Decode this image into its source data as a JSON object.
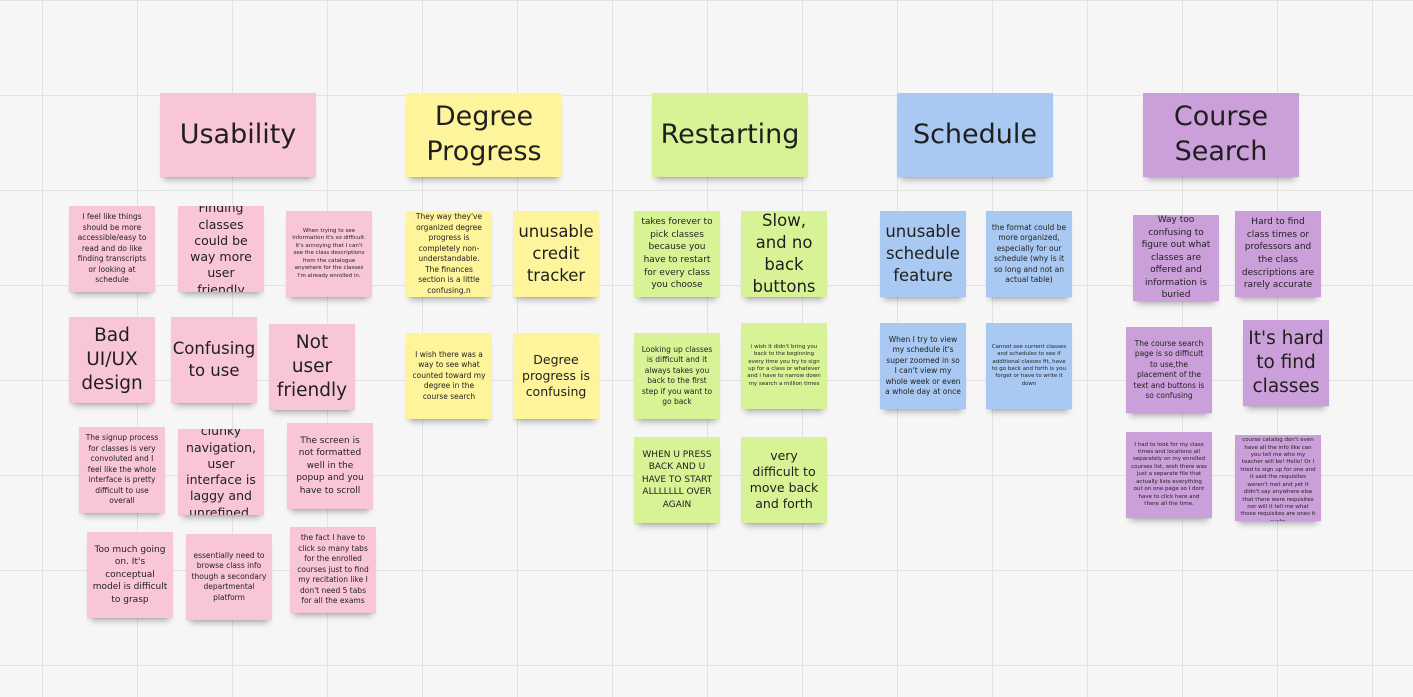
{
  "headers": {
    "usability": "Usability",
    "degree_progress": "Degree Progress",
    "restarting": "Restarting",
    "schedule": "Schedule",
    "course_search": "Course Search"
  },
  "usability": {
    "notes": [
      "I feel like things should be more accessible/easy to read and do like finding transcripts or looking at schedule",
      "Finding classes could be way more user friendly",
      "When trying to see information it's so difficult. It's annoying that I can't see the class descriptions from the catalogue anywhere for the classes I'm already enrolled in.",
      "Bad UI/UX design",
      "Confusing to use",
      "Not user friendly",
      "The signup process for classes is very convoluted and I feel like the whole interface is pretty difficult to use overall",
      "clunky navigation, user interface is laggy and unrefined.",
      "The screen is not formatted well in the popup and you have to scroll",
      "Too much going on. It's conceptual model is difficult to grasp",
      "essentially need to browse class info though a secondary departmental platform",
      "the fact I have to click so many tabs for the enrolled courses just to find my recitation like I don't need 5 tabs for all the exams"
    ]
  },
  "degree_progress": {
    "notes": [
      "They way they've organized degree progress is completely non-understandable. The finances section is a little confusing.n",
      "unusable credit tracker",
      "I wish there was a way to see what counted toward my degree in the course search",
      "Degree progress is confusing"
    ]
  },
  "restarting": {
    "notes": [
      "takes forever to pick classes because you have to restart for every class you choose",
      "Slow, and no back buttons",
      "Looking up classes is difficult and it always takes you back to the first step if you want to go back",
      "i wish it didn't bring you back to the beginning every time you try to sign up for a class or whatever and i have to narrow down my search a million times",
      "WHEN U PRESS BACK AND U HAVE TO START ALLLLLLL OVER AGAIN",
      "very difficult to move back and forth"
    ]
  },
  "schedule": {
    "notes": [
      "unusable schedule feature",
      "the format could be more organized, especially for our schedule (why is it so long and not an actual table)",
      "When I try to view my schedule it's super zoomed in so I can't view my whole week or even a whole day at once",
      "Cannot see current classes and schedules to see if additional classes fit, have to go back and forth is you forget or have to write it down"
    ]
  },
  "course_search": {
    "notes": [
      "Way too confusing to figure out what classes are offered and information is buried",
      "Hard to find class times or professors and the class descriptions are rarely accurate",
      "The course search page is so difficult to use,the placement of the text and buttons is so confusing",
      "It's hard to find classes",
      "I had to look for my class times and locations all separately on my enrolled courses list, wish there was just a separate file that actually lists everything out on one page so I dont have to click here and there all the time.",
      "Some classes listed on the course catalog don't even have all the info like can you tell me who my teacher will be! Hello! Or I tried to sign up for one and it said the requisites weren't met and yet it didn't say anywhere else that there were requisites nor will it tell me what those requisites are ones it sucks"
    ]
  },
  "colors": {
    "pink": "#f9c6d9",
    "yellow": "#fdf49b",
    "green": "#d8f296",
    "blue": "#a9c9f2",
    "purple": "#cb9fd9"
  }
}
